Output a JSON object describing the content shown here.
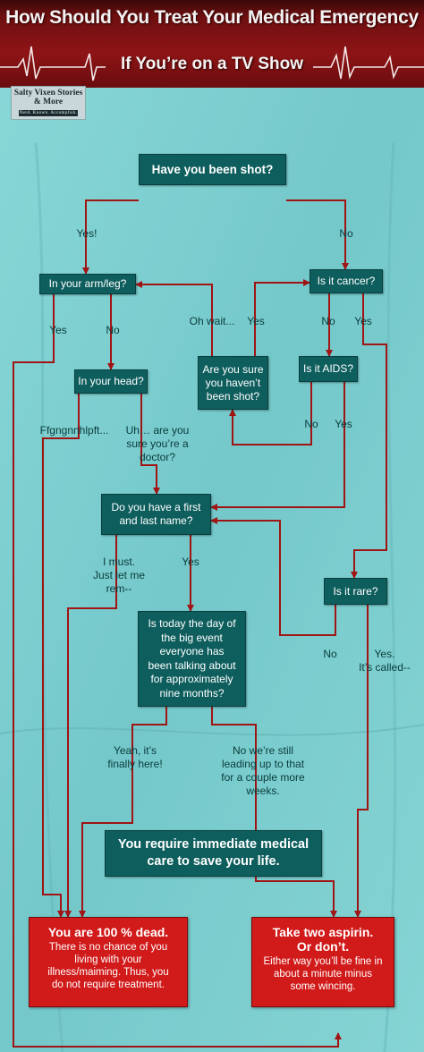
{
  "header": {
    "title": "How Should You Treat Your Medical Emergency",
    "subtitle": "If You’re on a TV Show"
  },
  "logo": {
    "name": "Salty Vixen Stories & More",
    "tagline": "Nerd. Known. Accomplish."
  },
  "nodes": {
    "shot": "Have you been shot?",
    "armleg": "In your arm/leg?",
    "cancer": "Is it cancer?",
    "head": "In your head?",
    "sure": "Are you sure\nyou haven’t\nbeen shot?",
    "aids": "Is it AIDS?",
    "name": "Do you have a first\nand last name?",
    "rare": "Is it rare?",
    "today": "Is today the day of\nthe big event\neveryone has\nbeen talking about\nfor approximately\nnine months?",
    "care": "You require immediate medical\ncare to save your life."
  },
  "outcomes": {
    "dead": {
      "heading": "You are 100 % dead.",
      "body": "There is no chance of you\nliving with your\nillness/maiming.  Thus, you\ndo not require treatment."
    },
    "aspirin": {
      "heading": "Take two aspirin.\nOr don’t.",
      "body": "Either way you’ll be fine in\nabout a minute minus\nsome wincing."
    }
  },
  "labels": {
    "yes1": "Yes!",
    "no1": "No",
    "ohwait": "Oh wait...",
    "yes2": "Yes",
    "no2": "No",
    "yes3": "Yes",
    "yes4": "Yes",
    "no3": "No",
    "fgn": "Ffgngnnhlpft...",
    "uh": "Uh… are you\nsure you’re a\ndoctor?",
    "no4": "No",
    "yes5": "Yes",
    "imust": "I must.\nJust let me\nrem--",
    "yes6": "Yes",
    "no5": "No",
    "called": "Yes.\nIt’s called--",
    "finally": "Yeah, it’s\nfinally here!",
    "notyet": "No we’re still\nleading up to that\nfor a couple more\nweeks."
  },
  "colors": {
    "background": "#7fd0d0",
    "node": "#0f5e5e",
    "outcome": "#d11a1a",
    "arrow": "#a01414",
    "header": "#8e1416"
  }
}
